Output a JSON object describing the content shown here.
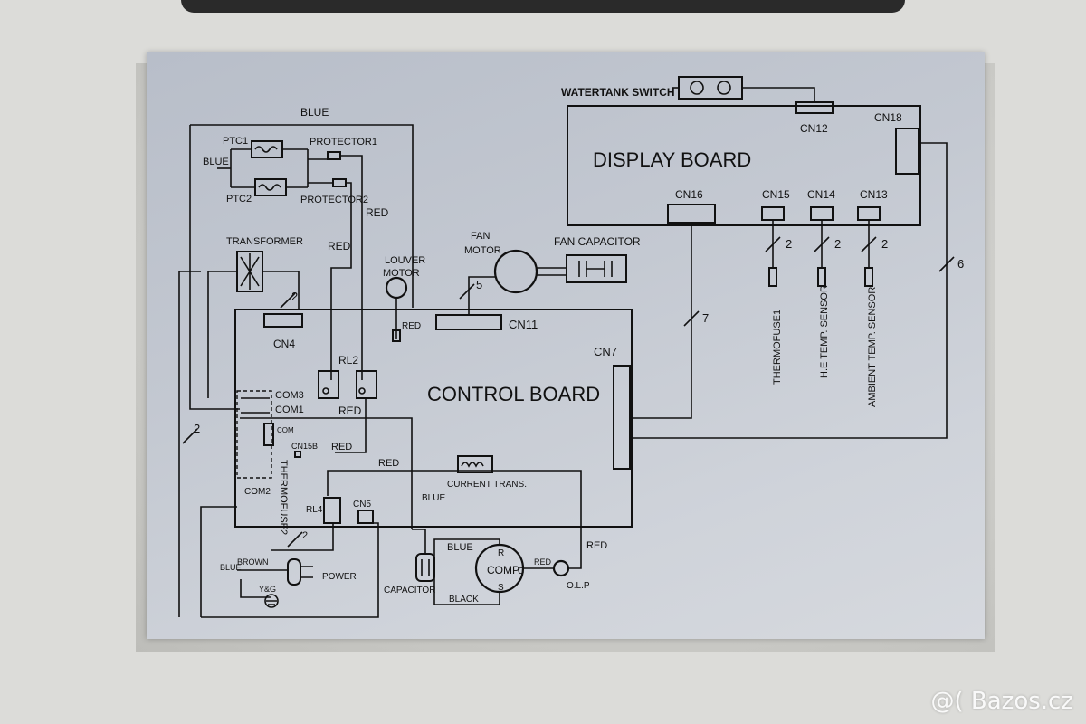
{
  "boards": {
    "display": "DISPLAY BOARD",
    "control": "CONTROL BOARD"
  },
  "switches": {
    "watertank": "WATERTANK SWITCH"
  },
  "connectors": {
    "cn12": "CN12",
    "cn18": "CN18",
    "cn16": "CN16",
    "cn15": "CN15",
    "cn14": "CN14",
    "cn13": "CN13",
    "cn11": "CN11",
    "cn7": "CN7",
    "cn4": "CN4",
    "cn5": "CN5",
    "cn15b": "CN15B"
  },
  "relays": {
    "rl2": "RL2",
    "rl4": "RL4"
  },
  "terminals": {
    "com3": "COM3",
    "com1": "COM1",
    "com": "COM",
    "com2": "COM2"
  },
  "components": {
    "ptc1": "PTC1",
    "ptc2": "PTC2",
    "protector1": "PROTECTOR1",
    "protector2": "PROTECTOR2",
    "transformer": "TRANSFORMER",
    "louver_motor_1": "LOUVER",
    "louver_motor_2": "MOTOR",
    "fan_motor_1": "FAN",
    "fan_motor_2": "MOTOR",
    "fan_capacitor": "FAN CAPACITOR",
    "current_trans": "CURRENT TRANS.",
    "thermofuse2": "THERMOFUSE2",
    "capacitor": "CAPACITOR",
    "comp": "COMP",
    "olp": "O.L.P",
    "power": "POWER",
    "yg": "Y&G",
    "thermofuse1": "THERMOFUSE1",
    "he_temp": "H.E TEMP. SENSOR",
    "ambient_temp": "AMBIENT TEMP. SENSOR"
  },
  "comp_terminals": {
    "r": "R",
    "c": "C",
    "s": "S"
  },
  "wire_colors": {
    "blue": "BLUE",
    "red": "RED",
    "brown": "BROWN",
    "black": "BLACK"
  },
  "wire_counts": {
    "n2": "2",
    "n5": "5",
    "n6": "6",
    "n7": "7"
  },
  "watermark": "@( Bazos.cz"
}
